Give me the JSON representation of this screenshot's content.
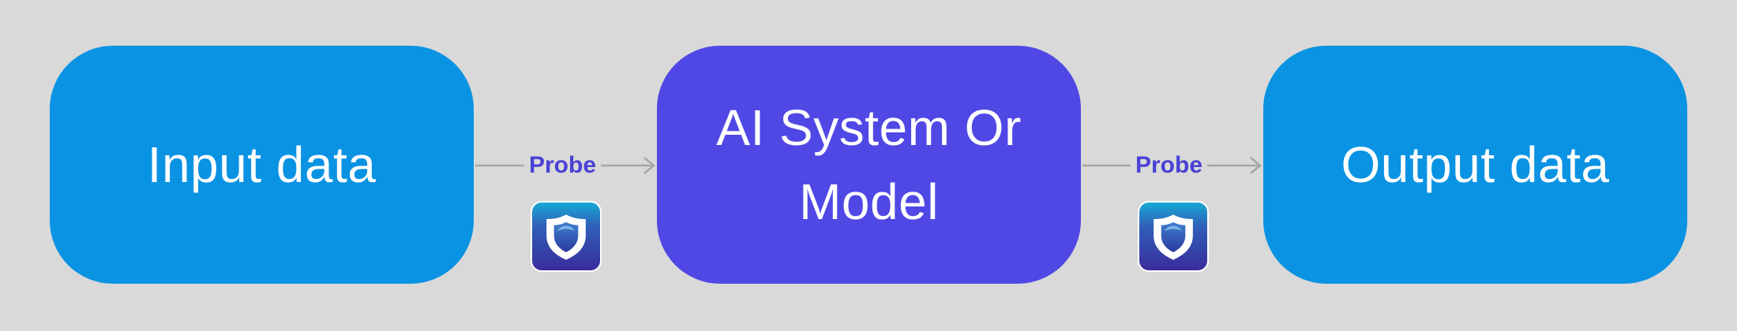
{
  "colors": {
    "background": "#d9d9d9",
    "input_node": "#0a93e3",
    "model_node": "#5048e5",
    "output_node": "#0a93e3",
    "probe_text": "#4a41d6",
    "arrow": "#a6a6a6",
    "badge_top": "#18a9d6",
    "badge_bottom": "#3a2c9c"
  },
  "nodes": [
    {
      "label": "Input data"
    },
    {
      "label": "AI System Or Model"
    },
    {
      "label": "Output data"
    }
  ],
  "probes": [
    {
      "label": "Probe",
      "icon": "shield-icon"
    },
    {
      "label": "Probe",
      "icon": "shield-icon"
    }
  ]
}
